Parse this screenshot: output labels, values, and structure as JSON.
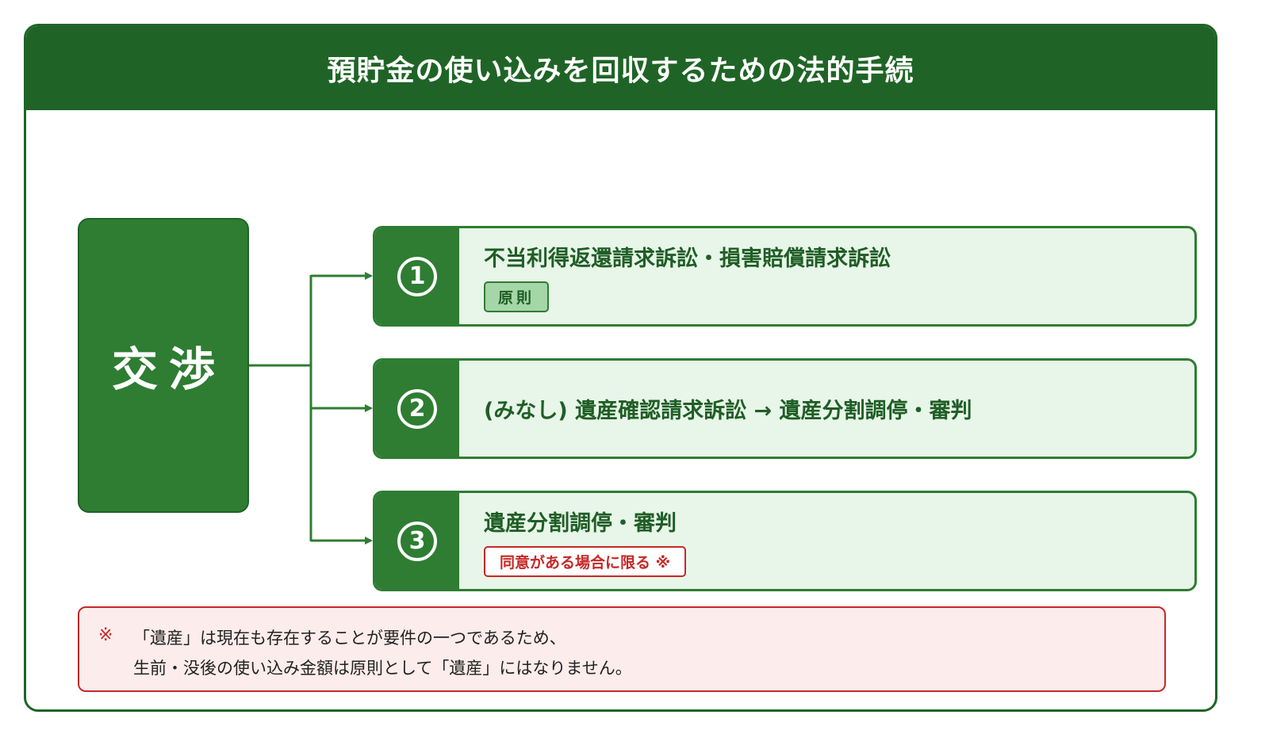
{
  "title": "預貯金の使い込みを回収するための法的手続",
  "start": {
    "label": "交渉"
  },
  "options": [
    {
      "number": "1",
      "text": "不当利得返還請求訴訟・損害賠償請求訴訟",
      "tag": "原則"
    },
    {
      "number": "2",
      "text": "(みなし) 遺産確認請求訴訟 → 遺産分割調停・審判"
    },
    {
      "number": "3",
      "text": "遺産分割調停・審判",
      "tag": "同意がある場合に限る ※"
    }
  ],
  "note": {
    "mark": "※",
    "line1": "「遺産」は現在も存在することが要件の一つであるため、",
    "line2": "生前・没後の使い込み金額は原則として「遺産」にはなりません。"
  },
  "colors": {
    "primary_dark": "#1f6426",
    "primary": "#2e7d32",
    "option_bg": "#e8f5e9",
    "tag_green_bg": "#a5d6a7",
    "warning_red": "#c62828",
    "note_bg": "#fdecec"
  }
}
